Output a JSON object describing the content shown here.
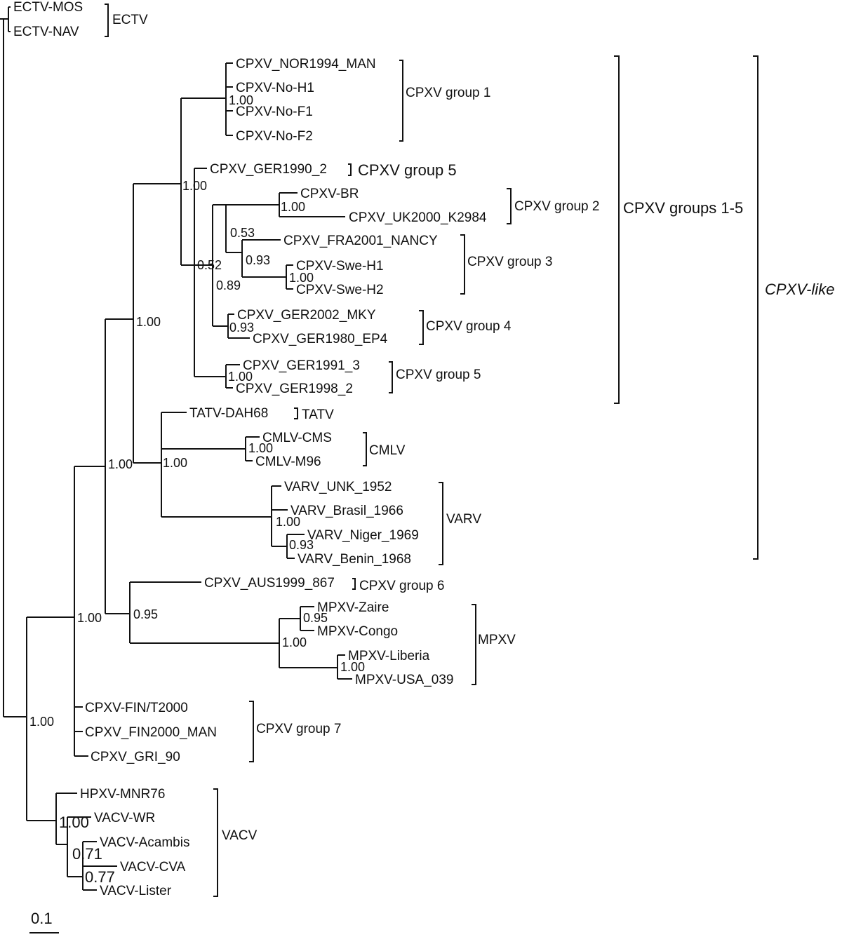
{
  "leaves": {
    "ectv_mos": "ECTV-MOS",
    "ectv_nav": "ECTV-NAV",
    "cpxv_nor1994_man": "CPXV_NOR1994_MAN",
    "cpxv_no_h1": "CPXV-No-H1",
    "cpxv_no_f1": "CPXV-No-F1",
    "cpxv_no_f2": "CPXV-No-F2",
    "cpxv_ger1990_2": "CPXV_GER1990_2",
    "cpxv_br": "CPXV-BR",
    "cpxv_uk2000_k2984": "CPXV_UK2000_K2984",
    "cpxv_fra2001_nancy": "CPXV_FRA2001_NANCY",
    "cpxv_swe_h1": "CPXV-Swe-H1",
    "cpxv_swe_h2": "CPXV-Swe-H2",
    "cpxv_ger2002_mky": "CPXV_GER2002_MKY",
    "cpxv_ger1980_ep4": "CPXV_GER1980_EP4",
    "cpxv_ger1991_3": "CPXV_GER1991_3",
    "cpxv_ger1998_2": "CPXV_GER1998_2",
    "tatv_dah68": "TATV-DAH68",
    "cmlv_cms": "CMLV-CMS",
    "cmlv_m96": "CMLV-M96",
    "varv_unk_1952": "VARV_UNK_1952",
    "varv_brasil_1966": "VARV_Brasil_1966",
    "varv_niger_1969": "VARV_Niger_1969",
    "varv_benin_1968": "VARV_Benin_1968",
    "cpxv_aus1999_867": "CPXV_AUS1999_867",
    "mpxv_zaire": "MPXV-Zaire",
    "mpxv_congo": "MPXV-Congo",
    "mpxv_liberia": "MPXV-Liberia",
    "mpxv_usa_039": "MPXV-USA_039",
    "cpxv_fin_t2000": "CPXV-FIN/T2000",
    "cpxv_fin2000_man": "CPXV_FIN2000_MAN",
    "cpxv_gri_90": "CPXV_GRI_90",
    "hpxv_mnr76": "HPXV-MNR76",
    "vacv_wr": "VACV-WR",
    "vacv_acambis": "VACV-Acambis",
    "vacv_cva": "VACV-CVA",
    "vacv_lister": "VACV-Lister"
  },
  "support": {
    "cpxv_g1": "1.00",
    "cpxv_g1_g5": "1.00",
    "br_uk": "1.00",
    "g2_g3": "0.53",
    "fra_swe": "0.93",
    "swe": "1.00",
    "g2_g4": "0.52",
    "g2_g4_inner": "0.89",
    "g4": "0.93",
    "g5": "1.00",
    "cpxv_1_5": "1.00",
    "cmlv": "1.00",
    "tatv_cmlv_varv": "1.00",
    "cpxv_varv": "1.00",
    "varv": "1.00",
    "varv_niger_benin": "0.93",
    "aus_mpxv": "0.95",
    "mpxv_zaire_congo": "0.95",
    "mpxv": "1.00",
    "mpxv_liberia_usa": "1.00",
    "main": "1.00",
    "root": "1.00",
    "vacv": "1.00",
    "vacv_acambis": "0.71",
    "vacv_cva_lister": "0.77"
  },
  "groups": {
    "ectv": "ECTV",
    "cpxv_group_1": "CPXV group 1",
    "cpxv_group_5_single": "CPXV group 5",
    "cpxv_group_2": "CPXV group 2",
    "cpxv_group_3": "CPXV group 3",
    "cpxv_group_4": "CPXV group 4",
    "cpxv_group_5": "CPXV group 5",
    "tatv": "TATV",
    "cmlv": "CMLV",
    "varv": "VARV",
    "cpxv_group_6": "CPXV group 6",
    "mpxv": "MPXV",
    "cpxv_group_7": "CPXV group 7",
    "vacv": "VACV",
    "cpxv_groups_1_5": "CPXV groups 1-5",
    "cpxv_like": "CPXV-like"
  },
  "scale_bar": {
    "label": "0.1"
  }
}
